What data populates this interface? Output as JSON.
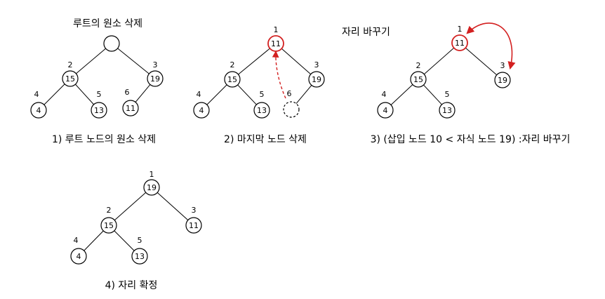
{
  "colors": {
    "stroke": "#000000",
    "highlight": "#d32020"
  },
  "annotations": {
    "top_left": "루트의 원소 삭제",
    "top_right": "자리 바꾸기"
  },
  "panels": [
    {
      "caption": "1) 루트 노드의 원소 삭제",
      "nodes": [
        {
          "index": "",
          "value": ""
        },
        {
          "index": "2",
          "value": "15"
        },
        {
          "index": "3",
          "value": "19"
        },
        {
          "index": "4",
          "value": "4"
        },
        {
          "index": "5",
          "value": "13"
        },
        {
          "index": "6",
          "value": "11"
        }
      ]
    },
    {
      "caption": "2) 마지막 노드 삭제",
      "nodes": [
        {
          "index": "1",
          "value": "11",
          "highlight": true
        },
        {
          "index": "2",
          "value": "15"
        },
        {
          "index": "3",
          "value": "19"
        },
        {
          "index": "4",
          "value": "4"
        },
        {
          "index": "5",
          "value": "13"
        },
        {
          "index": "6",
          "value": "",
          "dashed": true
        }
      ]
    },
    {
      "caption": "3) (삽입 노드 10 < 자식 노드 19) :자리 바꾸기",
      "nodes": [
        {
          "index": "1",
          "value": "11",
          "highlight": true
        },
        {
          "index": "2",
          "value": "15"
        },
        {
          "index": "3",
          "value": "19"
        },
        {
          "index": "4",
          "value": "4"
        },
        {
          "index": "5",
          "value": "13"
        }
      ]
    },
    {
      "caption": "4) 자리 확정",
      "nodes": [
        {
          "index": "1",
          "value": "19"
        },
        {
          "index": "2",
          "value": "15"
        },
        {
          "index": "3",
          "value": "11"
        },
        {
          "index": "4",
          "value": "4"
        },
        {
          "index": "5",
          "value": "13"
        }
      ]
    }
  ]
}
